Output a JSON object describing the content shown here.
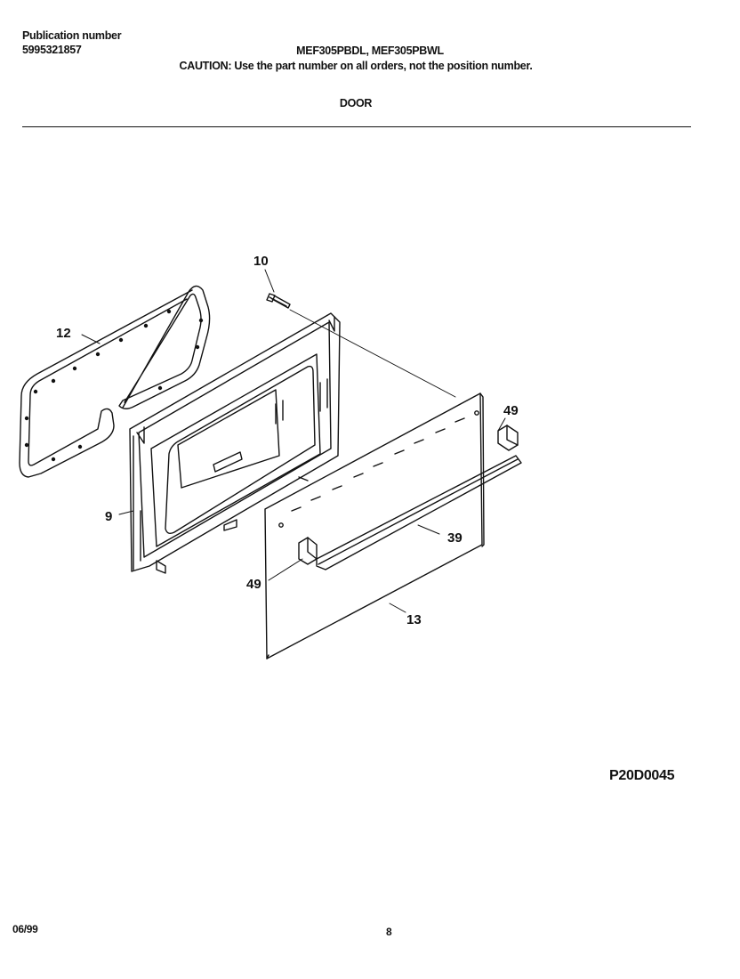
{
  "header": {
    "publication_label": "Publication number",
    "publication_number": "5995321857",
    "models": "MEF305PBDL, MEF305PBWL",
    "caution": "CAUTION: Use the part number on all orders, not the position number.",
    "section_title": "DOOR"
  },
  "diagram": {
    "callouts": [
      "10",
      "12",
      "9",
      "49",
      "39",
      "49",
      "13"
    ],
    "drawing_code": "P20D0045"
  },
  "footer": {
    "date": "06/99",
    "page": "8"
  }
}
